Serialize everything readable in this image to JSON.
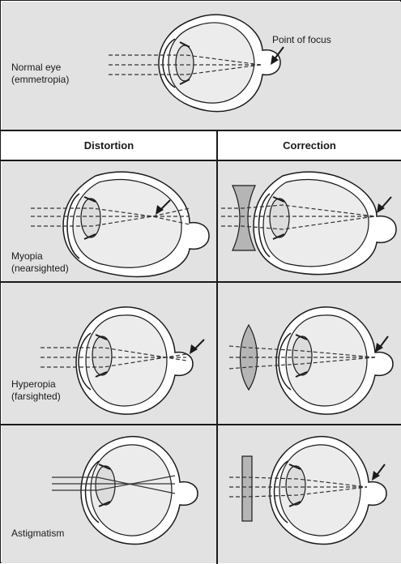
{
  "normal": {
    "label_line1": "Normal eye",
    "label_line2": "(emmetropia)",
    "focus_label": "Point of focus"
  },
  "header": {
    "distortion": "Distortion",
    "correction": "Correction"
  },
  "myopia": {
    "label_line1": "Myopia",
    "label_line2": "(nearsighted)"
  },
  "hyperopia": {
    "label_line1": "Hyperopia",
    "label_line2": "(farsighted)"
  },
  "astigmatism": {
    "label": "Astigmatism"
  },
  "colors": {
    "background": "#e2e2e2",
    "line": "#1a1a1a",
    "eye_fill": "#ffffff",
    "lens_fill": "#b5b5b5"
  }
}
